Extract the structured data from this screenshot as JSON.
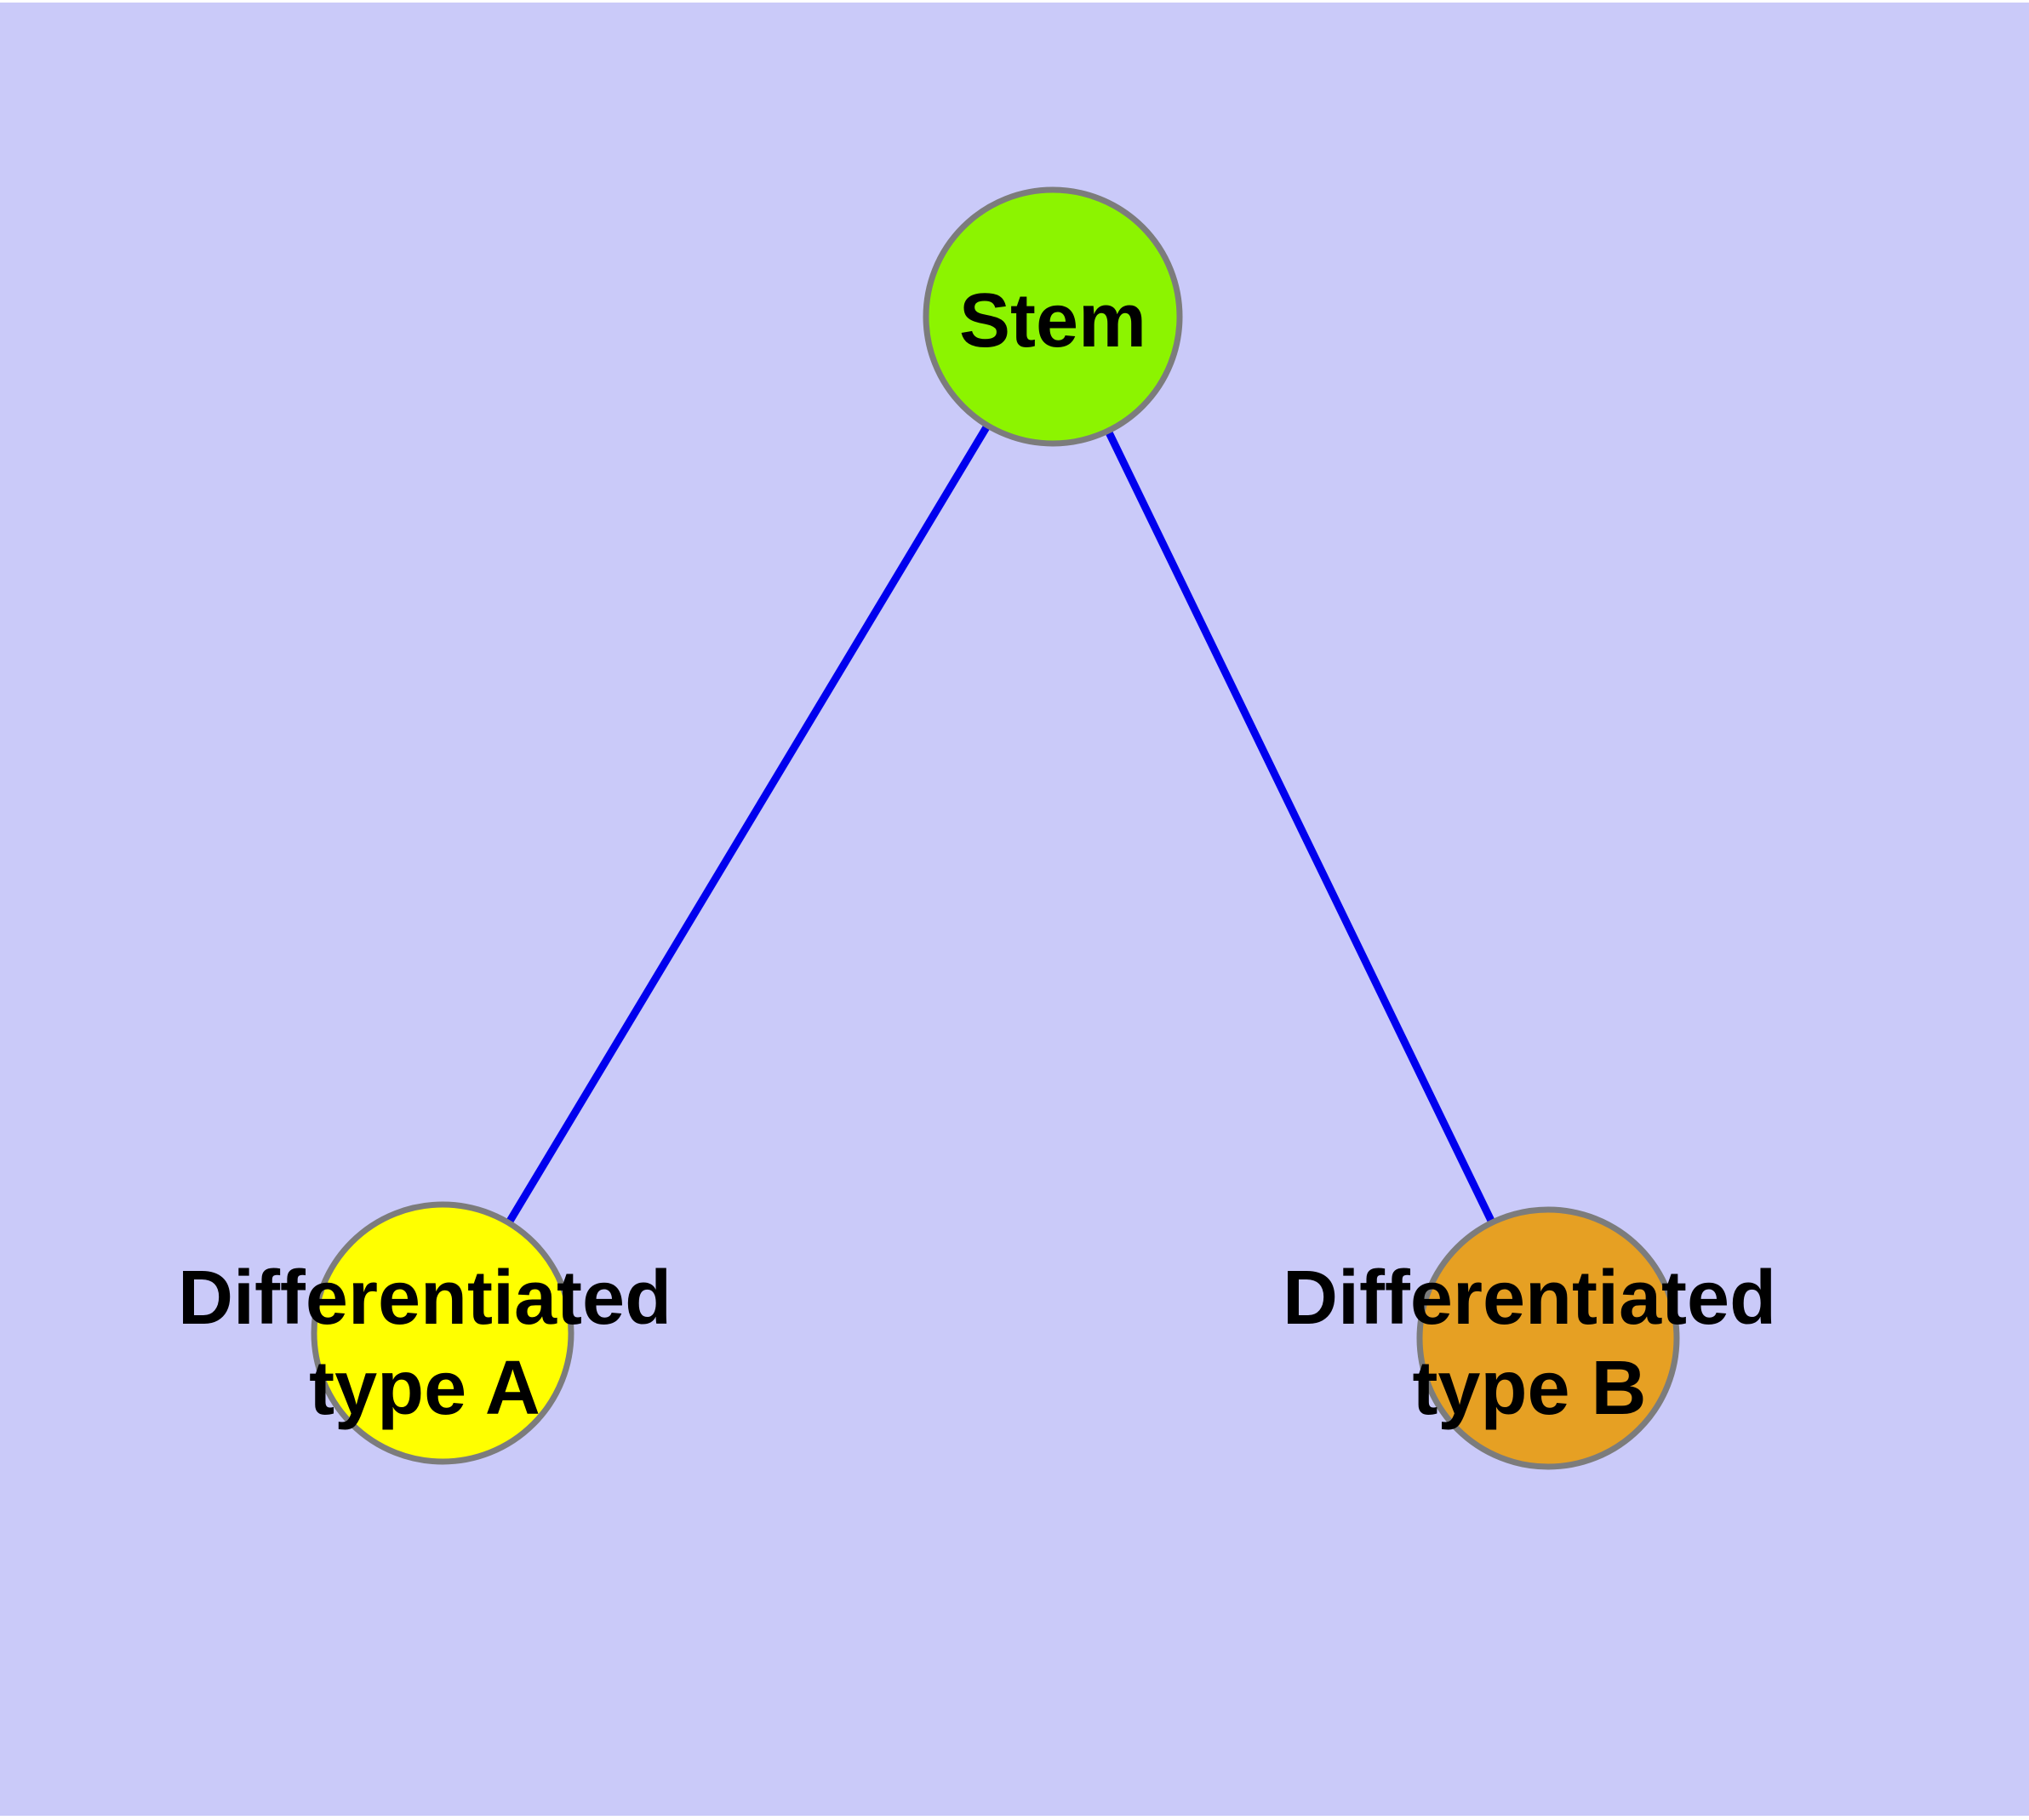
{
  "diagram": {
    "title": "",
    "background_color": "#CACAF9",
    "frame_color": "#FFFFFF",
    "text_color": "#000000",
    "node_border_color": "#7C7C7C",
    "edge_color": "#0000EE",
    "nodes": [
      {
        "id": "stem",
        "label": "Stem",
        "fill": "#8CF400",
        "border_color": "#7C7C7C"
      },
      {
        "id": "type-a",
        "label": "Differentiated\ntype A",
        "fill": "#FFFF00",
        "border_color": "#7C7C7C"
      },
      {
        "id": "type-b",
        "label": "Differentiated\ntype B",
        "fill": "#E6A023",
        "border_color": "#7C7C7C"
      }
    ],
    "edges": [
      {
        "from": "Stem",
        "to": "Differentiated type A",
        "color": "#0000EE"
      },
      {
        "from": "Stem",
        "to": "Differentiated type B",
        "color": "#0000EE"
      }
    ]
  }
}
